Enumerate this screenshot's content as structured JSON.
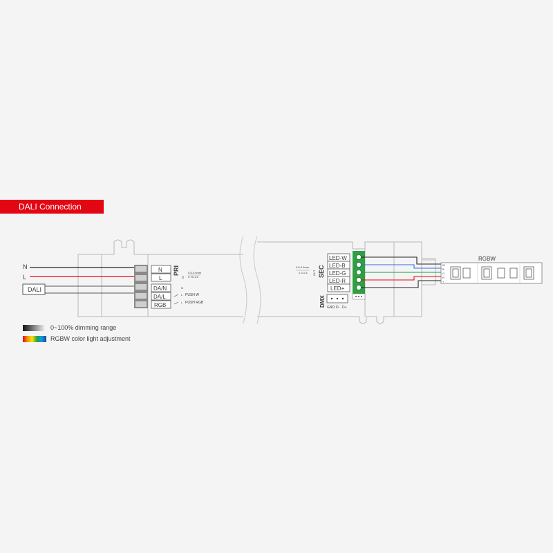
{
  "header": {
    "title": "DALI Connection",
    "accent_color": "#e30613"
  },
  "input": {
    "wire_n": "N",
    "wire_l": "L",
    "dali_box": "DALI"
  },
  "driver": {
    "primary": {
      "terminal_n": "N",
      "terminal_l": "L",
      "label": "PRI",
      "spec_line1": "0.5-0.9mm",
      "spec_line2": "0.75-1.5",
      "spec_small": "IN"
    },
    "control": {
      "terminal_dan": "DA/N",
      "terminal_dal": "DA/L",
      "terminal_rgb": "RGB",
      "note_n": "N",
      "note_l1": "L",
      "note_l2": "L",
      "push_w": "PUSH W",
      "push_rgb": "PUSH RGB"
    },
    "secondary": {
      "label": "SEC",
      "spec_line1": "0.5-0.6mm",
      "spec_line2": "1.0-1.5",
      "spec_small": "OUT",
      "terminals": [
        "LED-W",
        "LED-B",
        "LED-G",
        "LED-R",
        "LED+"
      ]
    },
    "dmx": {
      "label": "DMX",
      "pins": [
        "GND",
        "D-",
        "D+"
      ]
    }
  },
  "strip": {
    "label": "RGBW",
    "pin_labels": [
      "W",
      "B",
      "G",
      "R",
      "+"
    ]
  },
  "legend": [
    {
      "text": "0~100% dimming range",
      "kind": "grayscale"
    },
    {
      "text": "RGBW color light adjustment",
      "kind": "rainbow"
    }
  ],
  "colors": {
    "wire_n": "#222222",
    "wire_l": "#e30613",
    "led_w": "#7fa0c8",
    "led_b": "#2c6fe0",
    "led_g": "#1a9e3a",
    "led_r": "#e30613",
    "led_plus": "#e30613",
    "terminal_block": "#2ea043"
  }
}
